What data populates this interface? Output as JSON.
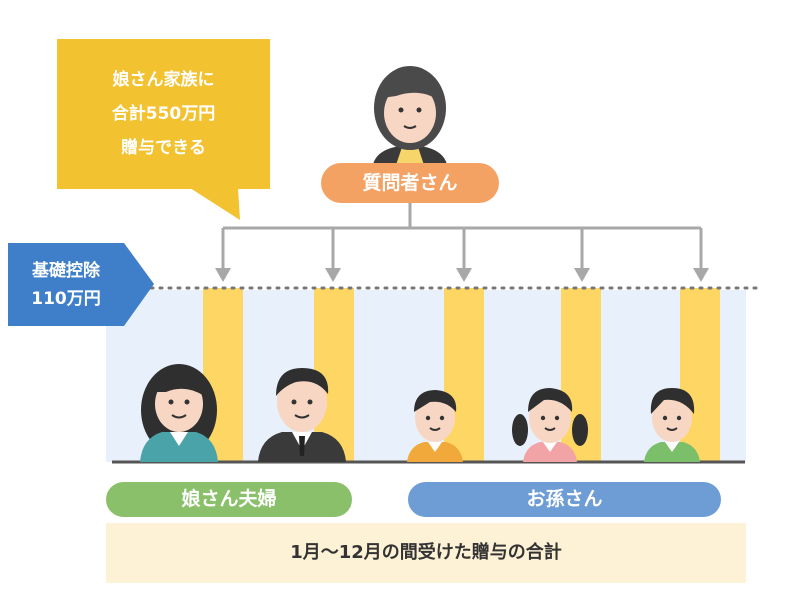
{
  "bubble": {
    "lines": [
      "娘さん家族に",
      "合計550万円",
      "贈与できる"
    ]
  },
  "questioner": {
    "label": "質問者さん"
  },
  "deduction": {
    "lines": [
      "基礎控除",
      "110万円"
    ]
  },
  "groups": {
    "couple": "娘さん夫婦",
    "grandchildren": "お孫さん"
  },
  "footer": {
    "text": "1月〜12月の間受けた贈与の合計"
  },
  "colors": {
    "bubble": "#f2c230",
    "questioner_pill": "#f4a164",
    "couple_pill": "#8ac06a",
    "grandchildren_pill": "#6d9dd4",
    "deduction_box": "#3f7fc9",
    "gift_bar": "#fdd663",
    "background_band": "#e6f0fb",
    "footer_bg": "#fdf2d5"
  }
}
